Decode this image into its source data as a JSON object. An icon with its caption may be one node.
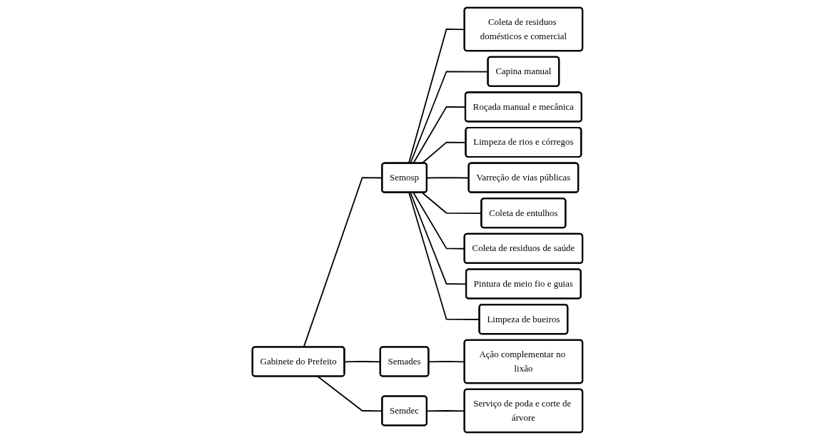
{
  "diagram": {
    "nodes": [
      {
        "text": [
          "Gabinete do Prefeito"
        ]
      },
      {
        "text": [
          "Semosp"
        ]
      },
      {
        "text": [
          "Coleta de residuos domésticos e comercial"
        ]
      },
      {
        "text": [
          "Capina manual"
        ]
      },
      {
        "text": [
          "Roçada manual e mecânica"
        ]
      },
      {
        "text": [
          "Limpeza de rios e córregos"
        ]
      },
      {
        "text": [
          "Varreção de vias públicas"
        ]
      },
      {
        "text": [
          "Coleta de entulhos"
        ]
      },
      {
        "text": [
          "Coleta de residuos de saúde"
        ]
      },
      {
        "text": [
          "Pintura de meio fio e guias"
        ]
      },
      {
        "text": [
          "Limpeza de bueiros"
        ]
      },
      {
        "text": [
          "Semades"
        ]
      },
      {
        "text": [
          "Ação complementar no lixão"
        ]
      },
      {
        "text": [
          "Semdec"
        ]
      },
      {
        "text": [
          "Serviço de poda e corte de árvore"
        ]
      }
    ],
    "edges": [
      {
        "from": 0,
        "to": 1,
        "arrow": "none"
      },
      {
        "from": 1,
        "to": 2,
        "arrow": "none"
      },
      {
        "from": 1,
        "to": 3,
        "arrow": "none"
      },
      {
        "from": 1,
        "to": 4,
        "arrow": "none"
      },
      {
        "from": 1,
        "to": 5,
        "arrow": "none"
      },
      {
        "from": 1,
        "to": 6,
        "arrow": "none"
      },
      {
        "from": 1,
        "to": 7,
        "arrow": "none"
      },
      {
        "from": 1,
        "to": 8,
        "arrow": "none"
      },
      {
        "from": 1,
        "to": 9,
        "arrow": "none"
      },
      {
        "from": 1,
        "to": 10,
        "arrow": "none"
      },
      {
        "from": 0,
        "to": 11,
        "arrow": "none"
      },
      {
        "from": 11,
        "to": 12,
        "arrow": "none"
      },
      {
        "from": 0,
        "to": 13,
        "arrow": "none"
      },
      {
        "from": 13,
        "to": 14,
        "arrow": "none"
      }
    ]
  }
}
